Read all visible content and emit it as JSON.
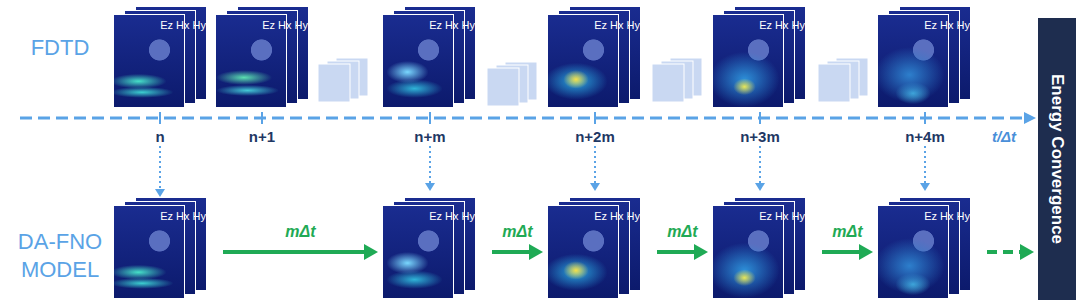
{
  "diagram": {
    "nodes": [
      {
        "text": [
          "Ez",
          "Hx",
          "Hy"
        ]
      },
      {
        "text": [
          "Ez",
          "Hx",
          "Hy"
        ]
      },
      {
        "text": [
          "Ez",
          "Hx",
          "Hy"
        ]
      },
      {
        "text": [
          "Ez",
          "Hx",
          "Hy"
        ]
      },
      {
        "text": [
          "Ez",
          "Hx",
          "Hy"
        ]
      },
      {
        "text": [
          "Ez",
          "Hx",
          "Hy"
        ]
      },
      {
        "text": [
          "Ez",
          "Hx",
          "Hy"
        ]
      },
      {
        "text": [
          "Ez",
          "Hx",
          "Hy"
        ]
      },
      {
        "text": [
          "Ez",
          "Hx",
          "Hy"
        ]
      },
      {
        "text": [
          "Ez",
          "Hx",
          "Hy"
        ]
      },
      {
        "text": [
          "Ez",
          "Hx",
          "Hy"
        ]
      },
      {
        "text": [
          "Energy Convergence"
        ]
      }
    ],
    "edges": [
      {
        "from": 6,
        "to": 7,
        "label": "mΔt",
        "arrow": "to"
      },
      {
        "from": 7,
        "to": 8,
        "label": "mΔt",
        "arrow": "to"
      },
      {
        "from": 8,
        "to": 9,
        "label": "mΔt",
        "arrow": "to"
      },
      {
        "from": 9,
        "to": 10,
        "label": "mΔt",
        "arrow": "to"
      },
      {
        "from": 10,
        "to": 11,
        "arrow": "to"
      }
    ],
    "labels": [
      "FDTD",
      "n",
      "n+1",
      "n+m",
      "n+2m",
      "n+3m",
      "n+4m",
      "t/Δt",
      "DA-FNO MODEL"
    ]
  }
}
